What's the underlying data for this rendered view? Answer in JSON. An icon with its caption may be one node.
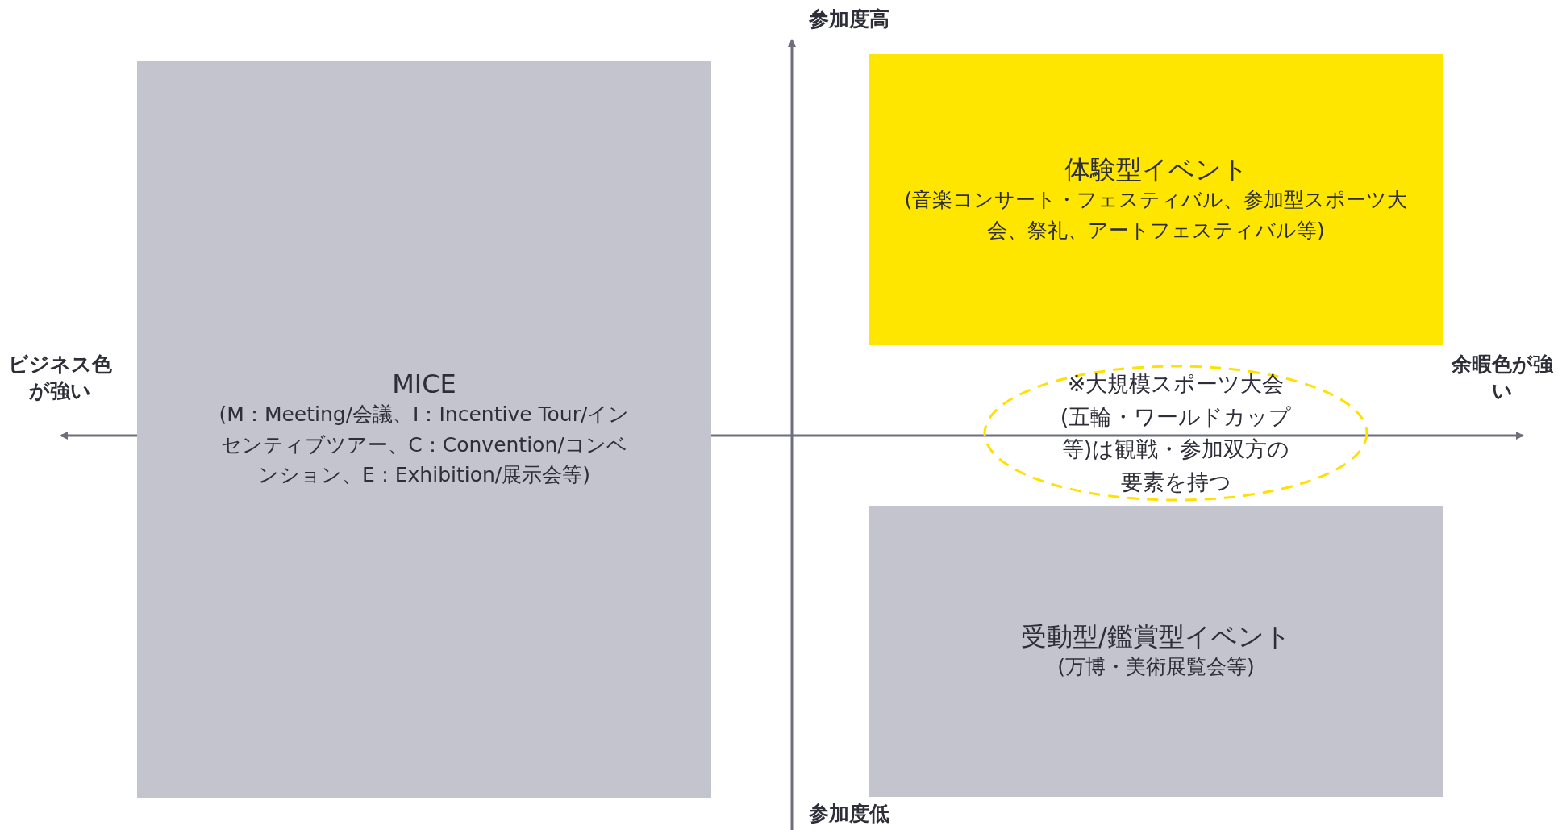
{
  "diagram": {
    "nodes": [
      {
        "text": [
          "MICE",
          "(M：Meeting/会議、I：Incentive Tour/インセンティブツアー、C：Convention/コンベンション、E：Exhibition/展示会等)"
        ]
      },
      {
        "text": [
          "体験型イベント",
          "(音楽コンサート・フェスティバル、参加型スポーツ大会、祭礼、アートフェスティバル等)"
        ]
      },
      {
        "text": [
          "※大規模スポーツ大会(五輪・ワールドカップ等)は観戦・参加双方の要素を持つ"
        ]
      },
      {
        "text": [
          "受動型/鑑賞型イベント",
          "(万博・美術展覧会等)"
        ]
      }
    ],
    "edges": [],
    "labels": [
      "参加度高",
      "ビジネス色が強い",
      "余暇色が強い",
      "参加度低"
    ]
  }
}
